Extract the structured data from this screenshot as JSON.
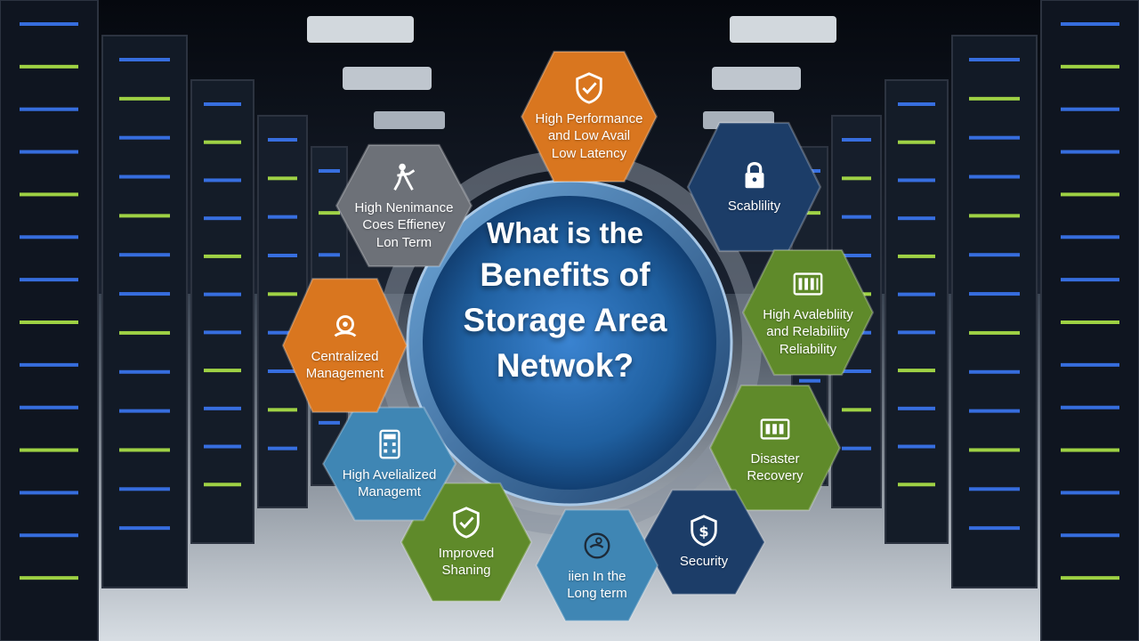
{
  "title_lines": [
    "What is the",
    "Benefits of",
    "Storage Area",
    "Netwok?"
  ],
  "colors": {
    "orange": "#d9761f",
    "navy": "#1c3d68",
    "green": "#5f8a2a",
    "teal": "#3f86b4",
    "grey": "#6d7178",
    "center_blue": "#1f5f9f",
    "server_green": "#b7f24a",
    "server_blue": "#3d7cff"
  },
  "benefits": [
    {
      "color": "orange",
      "icon": "shield-check-icon",
      "lines": [
        "High Performance",
        "and Low Avail",
        "Low Latency"
      ]
    },
    {
      "color": "navy",
      "icon": "padlock-icon",
      "lines": [
        "Scablility"
      ]
    },
    {
      "color": "green",
      "icon": "server-array-icon",
      "lines": [
        "High Avalebliity",
        "and Relabiliity",
        "Reliability"
      ]
    },
    {
      "color": "green",
      "icon": "backup-drives-icon",
      "lines": [
        "Disaster",
        "Recovery"
      ]
    },
    {
      "color": "navy",
      "icon": "dollar-shield-icon",
      "lines": [
        "Security"
      ]
    },
    {
      "color": "teal",
      "icon": "hand-coin-icon",
      "lines": [
        "iien In the",
        "Long term"
      ]
    },
    {
      "color": "green",
      "icon": "check-shield-icon",
      "lines": [
        "Improved",
        "Shaning"
      ]
    },
    {
      "color": "teal",
      "icon": "calculator-icon",
      "lines": [
        "High Avelialized",
        "Managemt"
      ]
    },
    {
      "color": "orange",
      "icon": "gear-hand-icon",
      "lines": [
        "Centralized",
        "Management"
      ]
    },
    {
      "color": "grey",
      "icon": "person-figure-icon",
      "lines": [
        "High Nenimance",
        "Coes Effieney",
        "Lon Term"
      ]
    }
  ]
}
